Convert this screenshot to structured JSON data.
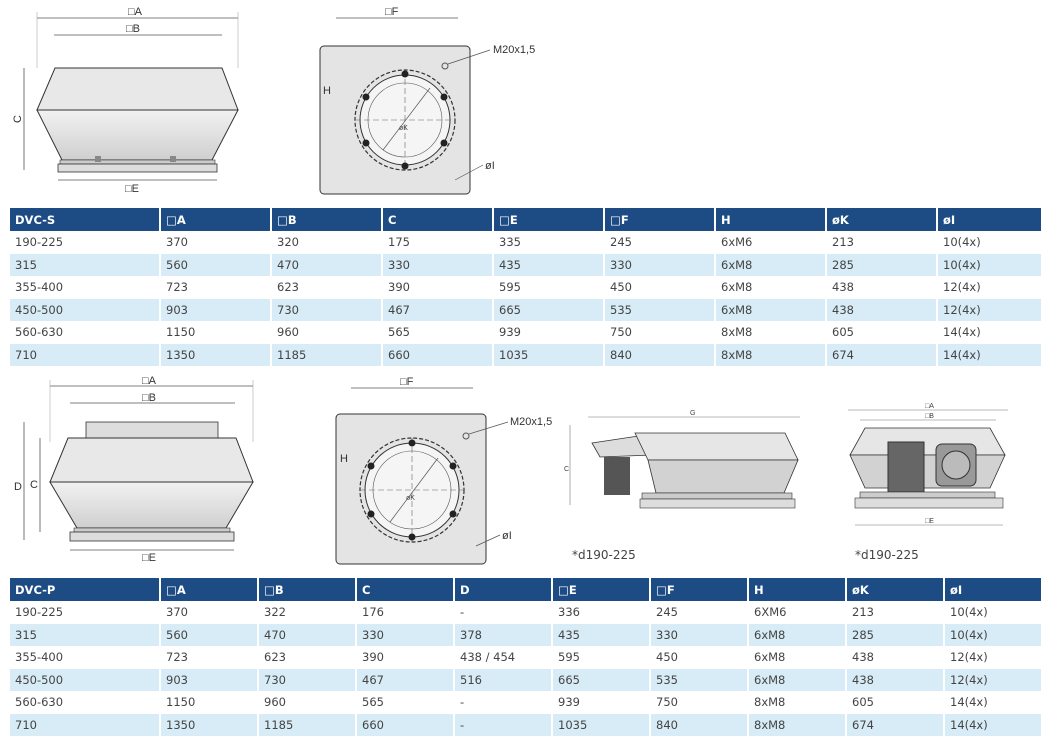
{
  "drawings": {
    "side_s": {
      "a": "□A",
      "b": "□B",
      "c": "C",
      "e": "□E"
    },
    "top_s": {
      "f": "□F",
      "m": "M20x1,5",
      "h": "H",
      "k": "øK",
      "i": "øI"
    },
    "side_p": {
      "a": "□A",
      "b": "□B",
      "c": "C",
      "d": "D",
      "e": "□E"
    },
    "top_p": {
      "f": "□F",
      "m": "M20x1,5",
      "h": "H",
      "k": "øK",
      "i": "øI"
    },
    "small_side": {
      "g": "G",
      "c": "C",
      "note": "*d190-225"
    },
    "small_front": {
      "a": "□A",
      "b": "□B",
      "e": "□E",
      "note": "*d190-225"
    }
  },
  "table_s": {
    "headers": [
      "DVC-S",
      "□A",
      "□B",
      "C",
      "□E",
      "□F",
      "H",
      "øK",
      "øI"
    ],
    "rows": [
      [
        "190-225",
        "370",
        "320",
        "175",
        "335",
        "245",
        "6xM6",
        "213",
        "10(4x)"
      ],
      [
        "315",
        "560",
        "470",
        "330",
        "435",
        "330",
        "6xM8",
        "285",
        "10(4x)"
      ],
      [
        "355-400",
        "723",
        "623",
        "390",
        "595",
        "450",
        "6xM8",
        "438",
        "12(4x)"
      ],
      [
        "450-500",
        "903",
        "730",
        "467",
        "665",
        "535",
        "6xM8",
        "438",
        "12(4x)"
      ],
      [
        "560-630",
        "1150",
        "960",
        "565",
        "939",
        "750",
        "8xM8",
        "605",
        "14(4x)"
      ],
      [
        "710",
        "1350",
        "1185",
        "660",
        "1035",
        "840",
        "8xM8",
        "674",
        "14(4x)"
      ]
    ]
  },
  "table_p": {
    "headers": [
      "DVC-P",
      "□A",
      "□B",
      "C",
      "D",
      "□E",
      "□F",
      "H",
      "øK",
      "øI"
    ],
    "rows": [
      [
        "190-225",
        "370",
        "322",
        "176",
        "-",
        "336",
        "245",
        "6XM6",
        "213",
        "10(4x)"
      ],
      [
        "315",
        "560",
        "470",
        "330",
        "378",
        "435",
        "330",
        "6xM8",
        "285",
        "10(4x)"
      ],
      [
        "355-400",
        "723",
        "623",
        "390",
        "438 / 454",
        "595",
        "450",
        "6xM8",
        "438",
        "12(4x)"
      ],
      [
        "450-500",
        "903",
        "730",
        "467",
        "516",
        "665",
        "535",
        "6xM8",
        "438",
        "12(4x)"
      ],
      [
        "560-630",
        "1150",
        "960",
        "565",
        "-",
        "939",
        "750",
        "8xM8",
        "605",
        "14(4x)"
      ],
      [
        "710",
        "1350",
        "1185",
        "660",
        "-",
        "1035",
        "840",
        "8xM8",
        "674",
        "14(4x)"
      ]
    ]
  }
}
